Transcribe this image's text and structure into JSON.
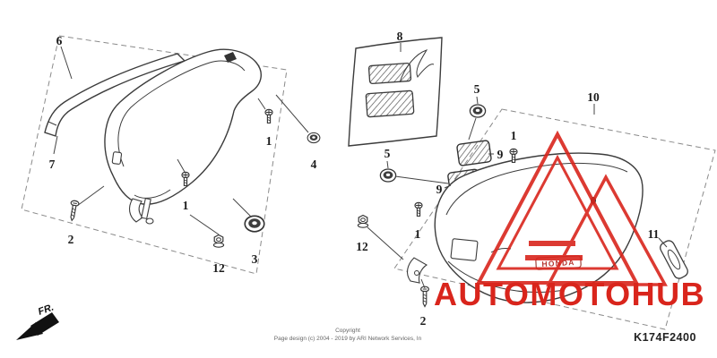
{
  "watermark": {
    "text": "AUTOMOTOHUB",
    "color": "#d9251c"
  },
  "labels": {
    "fr": "FR.",
    "part_code": "K174F2400",
    "honda_emblem": "HONDA"
  },
  "copyright": {
    "line1": "Copyright",
    "line2": "Page design (c) 2004 - 2019 by ARI Network Services, In"
  },
  "callouts": [
    {
      "label": "6"
    },
    {
      "label": "7"
    },
    {
      "label": "1"
    },
    {
      "label": "4"
    },
    {
      "label": "1"
    },
    {
      "label": "2"
    },
    {
      "label": "12"
    },
    {
      "label": "3"
    },
    {
      "label": "8"
    },
    {
      "label": "5"
    },
    {
      "label": "5"
    },
    {
      "label": "9"
    },
    {
      "label": "9"
    },
    {
      "label": "1"
    },
    {
      "label": "10"
    },
    {
      "label": "12"
    },
    {
      "label": "1"
    },
    {
      "label": "2"
    },
    {
      "label": "11"
    }
  ]
}
